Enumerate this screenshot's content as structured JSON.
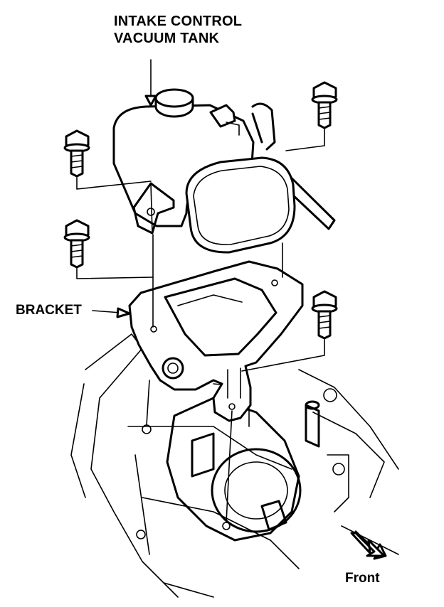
{
  "labels": {
    "tank_line1": "INTAKE CONTROL",
    "tank_line2": "VACUUM TANK",
    "bracket": "BRACKET",
    "front": "Front"
  },
  "icons": {
    "bolt": "hex-flange-bolt",
    "direction": "front-arrow"
  }
}
